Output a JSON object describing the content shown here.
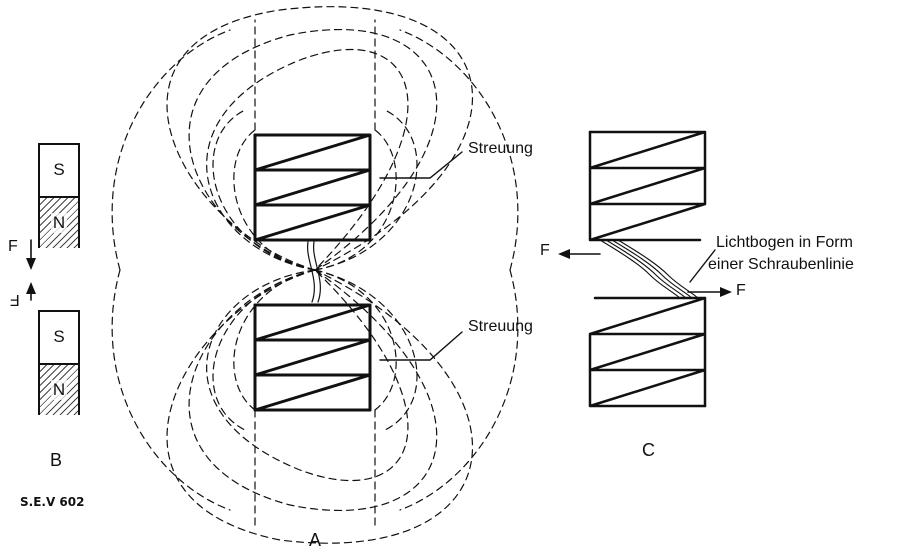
{
  "labels": {
    "A": "A",
    "B": "B",
    "C": "C",
    "streuung_top": "Streuung",
    "streuung_bottom": "Streuung",
    "lichtbogen_line1": "Lichtbogen in Form",
    "lichtbogen_line2": "einer Schraubenlinie",
    "force_left": "F",
    "force_right": "F",
    "force_b_top": "F",
    "force_b_bottom": "F",
    "ref": "S.E.V 602"
  },
  "magnet_top": {
    "upper": "S",
    "lower": "N"
  },
  "magnet_bottom": {
    "upper": "S",
    "lower": "N"
  },
  "colors": {
    "ink": "#111111",
    "background": "#ffffff"
  }
}
